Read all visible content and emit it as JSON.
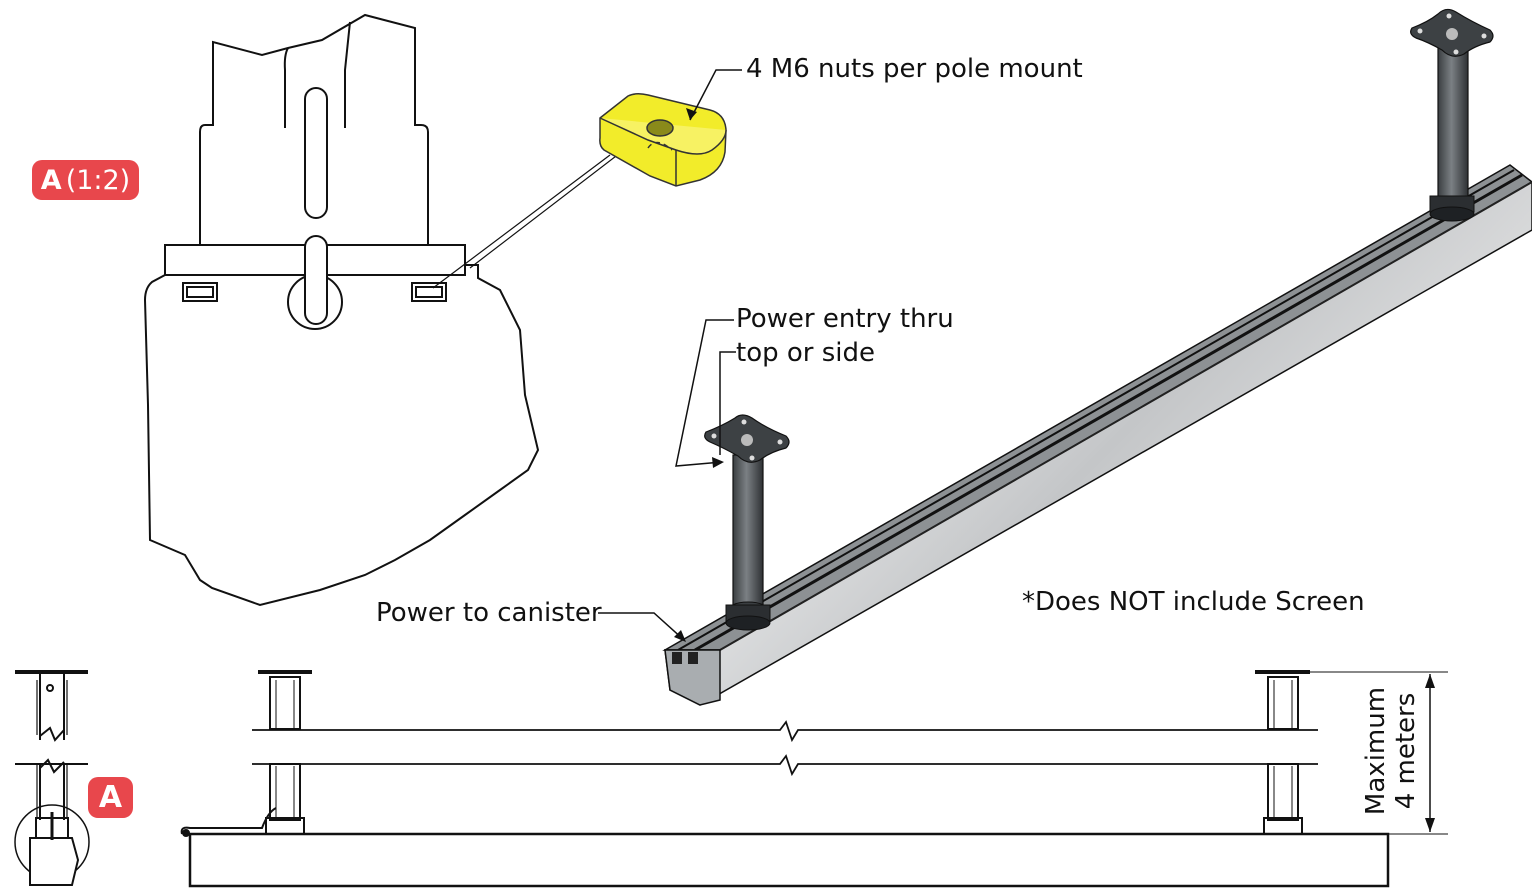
{
  "labels": {
    "nuts": "4 M6 nuts per pole mount",
    "power_entry_line1": "Power entry thru",
    "power_entry_line2": "top or side",
    "power_canister": "Power to canister",
    "screen_note": "*Does NOT include Screen",
    "max_line1": "Maximum",
    "max_line2": "4 meters"
  },
  "detail_badge": {
    "letter": "A",
    "scale": "(1:2)"
  },
  "view_badge": {
    "letter": "A"
  },
  "colors": {
    "badge": "#e8474c",
    "nut": "#f2ec2a",
    "pole": "#555a5e",
    "rail": "#b9bcbe",
    "line": "#111111"
  }
}
